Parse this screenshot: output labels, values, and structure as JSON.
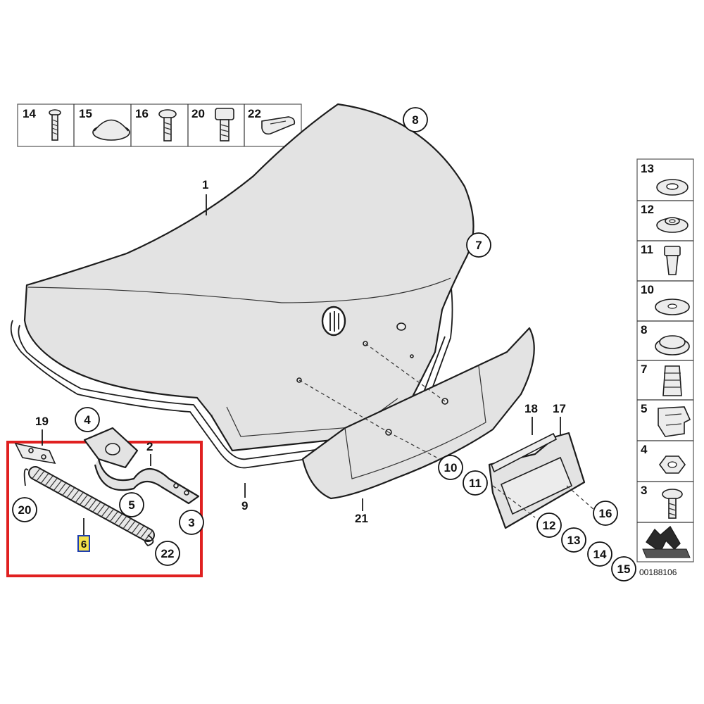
{
  "top_table": [
    {
      "num": "14",
      "icon": "screw-icon"
    },
    {
      "num": "15",
      "icon": "grommet-cap-icon"
    },
    {
      "num": "16",
      "icon": "screw-icon"
    },
    {
      "num": "20",
      "icon": "bolt-icon"
    },
    {
      "num": "22",
      "icon": "clip-icon"
    }
  ],
  "side_table": [
    {
      "num": "13",
      "icon": "washer-icon"
    },
    {
      "num": "12",
      "icon": "flanged-washer-icon"
    },
    {
      "num": "11",
      "icon": "expanding-nut-icon"
    },
    {
      "num": "10",
      "icon": "flat-washer-icon"
    },
    {
      "num": "8",
      "icon": "rubber-plug-icon"
    },
    {
      "num": "7",
      "icon": "rubber-buffer-icon"
    },
    {
      "num": "5",
      "icon": "spring-clip-icon"
    },
    {
      "num": "4",
      "icon": "hex-nut-icon"
    },
    {
      "num": "3",
      "icon": "bolt-icon"
    }
  ],
  "callouts": {
    "c8": "8",
    "c7": "7",
    "c4": "4",
    "c5": "5",
    "c3": "3",
    "c20": "20",
    "c22": "22",
    "c10": "10",
    "c11": "11",
    "c16": "16",
    "c12": "12",
    "c13": "13",
    "c14": "14",
    "c15": "15"
  },
  "labels": {
    "l1": "1",
    "l2": "2",
    "l9": "9",
    "l17": "17",
    "l18": "18",
    "l19": "19",
    "l21": "21",
    "l6": "6"
  },
  "diagram_code": "00188106",
  "colors": {
    "highlight": "#e02020",
    "label_box": "#1f3fb0",
    "label_fill": "#f4e24a"
  }
}
